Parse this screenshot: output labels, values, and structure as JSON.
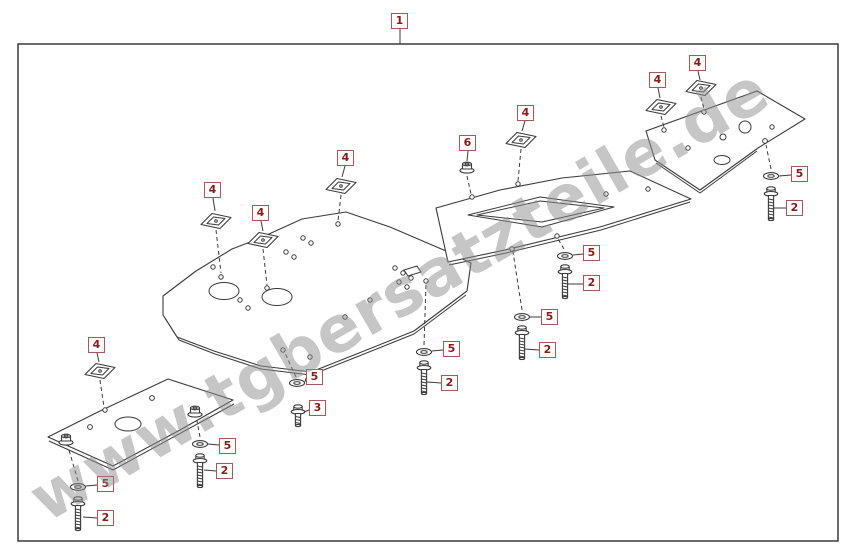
{
  "figure": {
    "watermark": "www.tgbersatzteile.de",
    "labels": {
      "l1": "1",
      "l2": "2",
      "l3": "3",
      "l4": "4",
      "l5": "5",
      "l6": "6"
    }
  },
  "theme": {
    "callout-border": "#a05a5a",
    "callout-text": "#801d1d",
    "line-color": "#3a3a3a",
    "part-fill": "#ffffff",
    "watermark-color": "#8f8f8f",
    "page-bg": "#ffffff"
  }
}
